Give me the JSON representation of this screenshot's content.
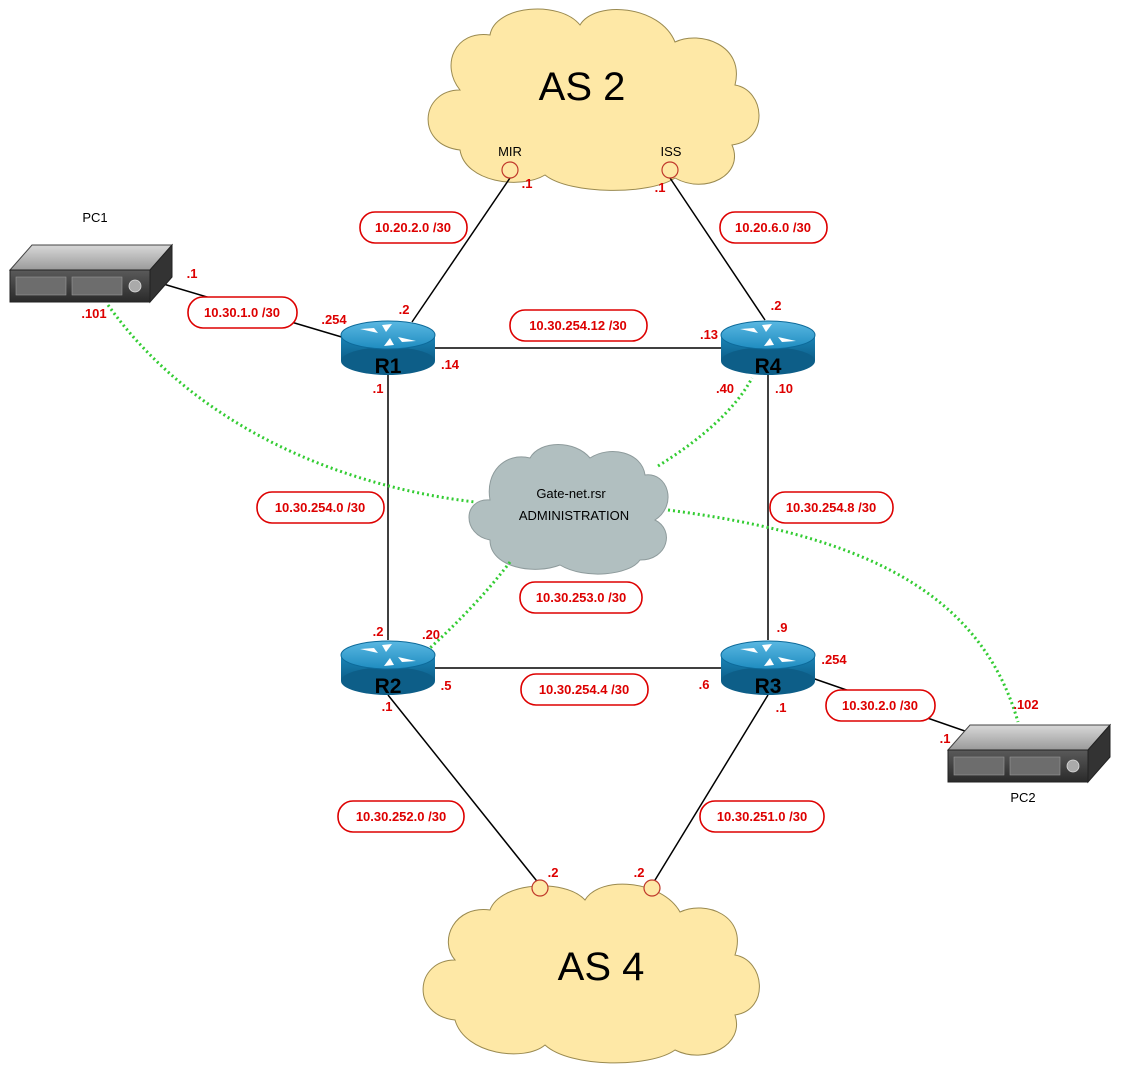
{
  "colors": {
    "cloud_as": "#fee8a6",
    "cloud_admin": "#b1bfc0",
    "subnet_red": "#dd0000",
    "router_blue": "#1582b4",
    "dotted_green": "#33cc33",
    "link_black": "#000000"
  },
  "clouds": {
    "as2": {
      "label": "AS 2"
    },
    "as4": {
      "label": "AS 4"
    },
    "admin": {
      "line1": "Gate-net.rsr",
      "line2": "ADMINISTRATION"
    }
  },
  "ports": {
    "mir": "MIR",
    "iss": "ISS"
  },
  "routers": {
    "r1": "R1",
    "r2": "R2",
    "r3": "R3",
    "r4": "R4"
  },
  "pcs": {
    "pc1": "PC1",
    "pc2": "PC2"
  },
  "subnets": {
    "r1_mir": "10.20.2.0 /30",
    "r4_iss": "10.20.6.0 /30",
    "pc1_r1": "10.30.1.0 /30",
    "r1_r4": "10.30.254.12 /30",
    "r1_r2": "10.30.254.0 /30",
    "r4_r3": "10.30.254.8 /30",
    "admin": "10.30.253.0 /30",
    "r2_r3": "10.30.254.4 /30",
    "pc2_r3": "10.30.2.0 /30",
    "r2_as4": "10.30.252.0 /30",
    "r3_as4": "10.30.251.0 /30"
  },
  "ips": {
    "mir": ".1",
    "iss": ".1",
    "pc1": ".1",
    "pc1_admin": ".101",
    "r1_pc1": ".254",
    "r1_mir": ".2",
    "r1_r4": ".14",
    "r1_r2": ".1",
    "r4_r1": ".13",
    "r4_iss": ".2",
    "r4_admin": ".40",
    "r4_r3": ".10",
    "r2_r1": ".2",
    "r2_admin": ".20",
    "r2_r3": ".5",
    "r2_as4": ".1",
    "r3_r4": ".9",
    "r3_pc2": ".254",
    "r3_r2": ".6",
    "r3_as4": ".1",
    "pc2_admin": ".102",
    "pc2": ".1",
    "as4_r2": ".2",
    "as4_r3": ".2"
  }
}
